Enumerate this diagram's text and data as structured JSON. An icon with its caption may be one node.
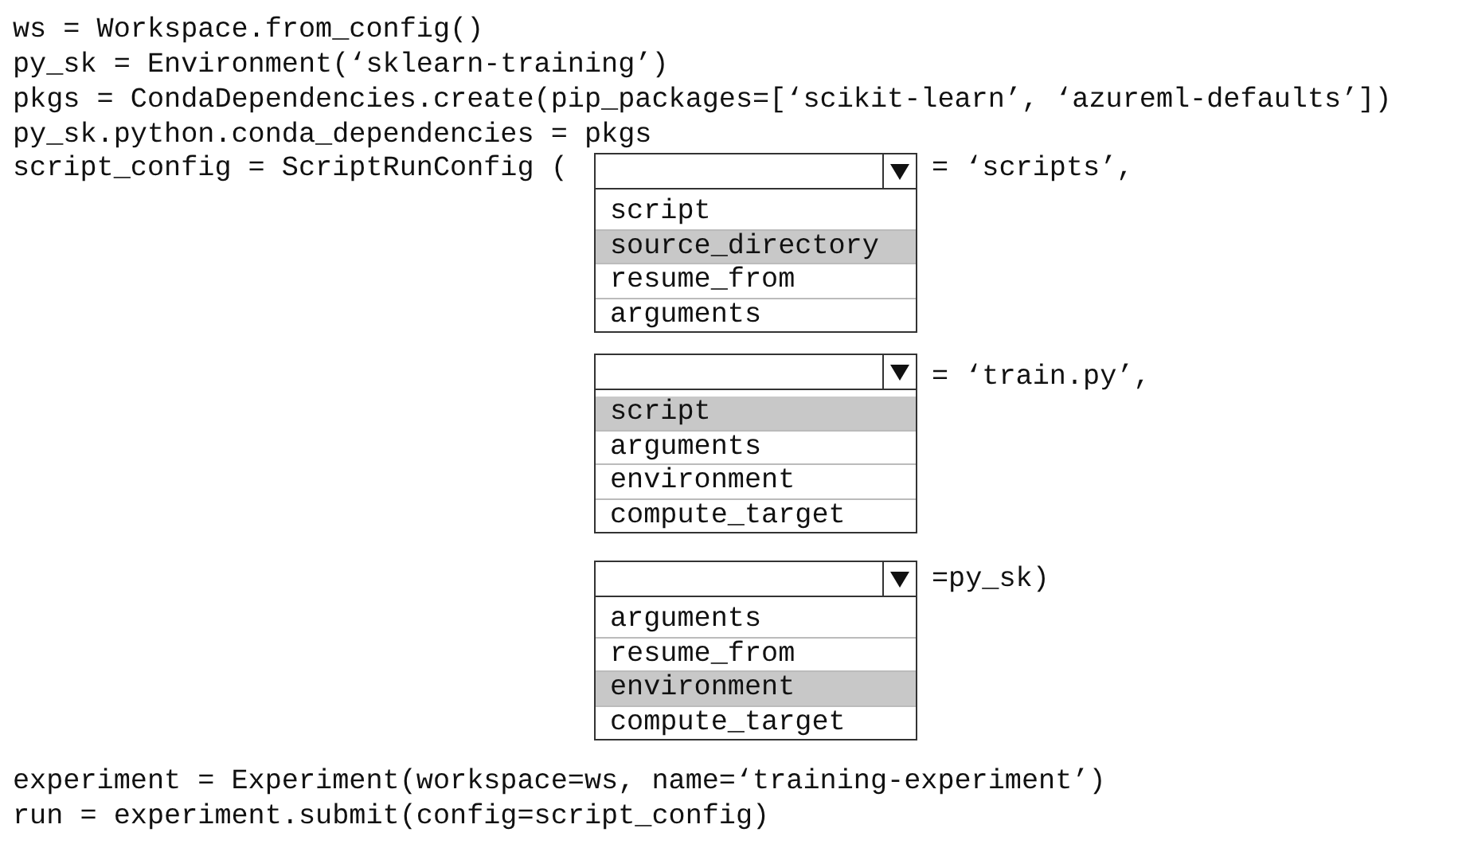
{
  "diagram": {
    "nodes": [
      {
        "text": [
          "script",
          "source_directory",
          "resume_from",
          "arguments"
        ]
      },
      {
        "text": [
          "script",
          "arguments",
          "environment",
          "compute_target"
        ]
      },
      {
        "text": [
          "arguments",
          "resume_from",
          "environment",
          "compute_target"
        ]
      }
    ],
    "labels": [
      "ws = Workspace.from_config()",
      "py_sk = Environment(‘sklearn-training’)",
      "pkgs = CondaDependencies.create(pip_packages=[‘scikit-learn’, ‘azureml-defaults’])",
      "py_sk.python.conda_dependencies = pkgs",
      "script_config = ScriptRunConfig (",
      "= ‘scripts’,",
      "= ‘train.py’,",
      "=py_sk)",
      "experiment = Experiment(workspace=ws, name=‘training-experiment’)",
      "run = experiment.submit(config=script_config)"
    ]
  }
}
